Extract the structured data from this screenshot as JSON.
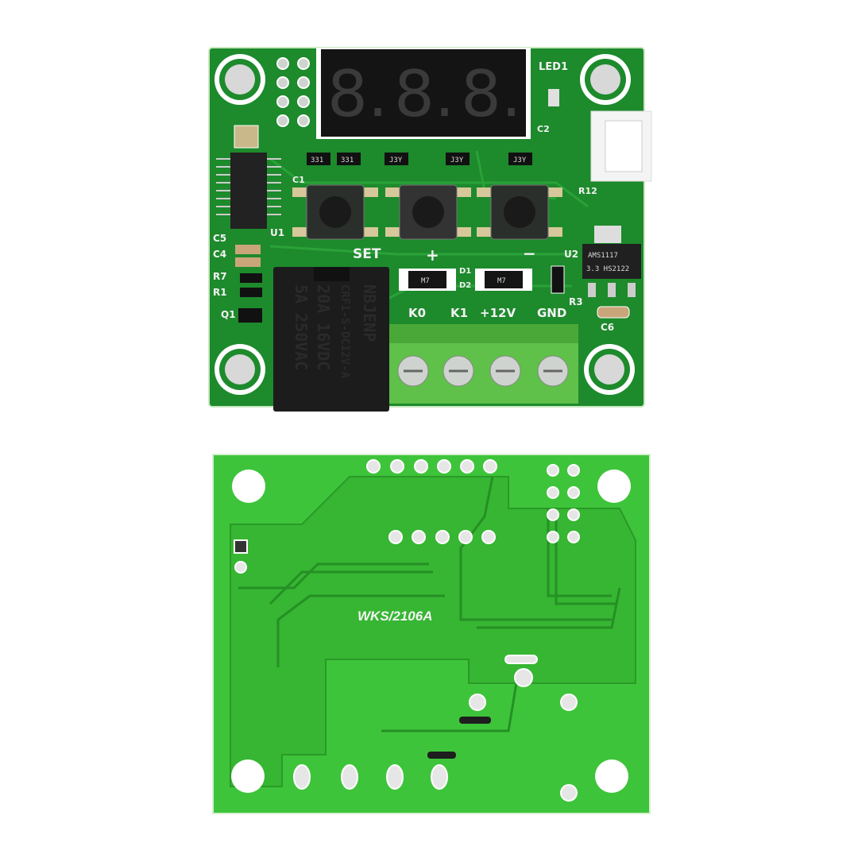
{
  "colors": {
    "front_pcb": "#1d8a2c",
    "back_pcb": "#3ec43a",
    "terminal_block": "#5fc04a",
    "relay": "#1c1c1c",
    "display": "#141414"
  },
  "front": {
    "led_label": "LED1",
    "display_digits": [
      "8.",
      "8.",
      "8."
    ],
    "buttons": [
      {
        "label": "SET"
      },
      {
        "label": "+"
      },
      {
        "label": "−"
      }
    ],
    "terminals": [
      "K0",
      "K1",
      "+12V",
      "GND"
    ],
    "component_labels": {
      "u1": "U1",
      "u2": "U2",
      "c5": "C5",
      "c4": "C4",
      "r7": "R7",
      "r1": "R1",
      "q1": "Q1",
      "c6": "C6",
      "r3": "R3",
      "d1": "D1",
      "d2": "D2",
      "c2": "C2",
      "r12": "R12",
      "c1": "C1"
    },
    "resistor_codes": [
      "331",
      "331"
    ],
    "transistor_codes": [
      "J3Y",
      "J3Y",
      "J3Y"
    ],
    "diode_codes": [
      "M7",
      "M7"
    ],
    "regulator": {
      "line1": "AMS1117",
      "line2": "3.3 HS2122"
    },
    "relay": {
      "line1": "NBJENP",
      "line2": "CRF1-S-DC12V-A",
      "line3": "20A  16VDC",
      "line4": "5A  250VAC"
    }
  },
  "back": {
    "model_label": "WKS/2106A"
  }
}
